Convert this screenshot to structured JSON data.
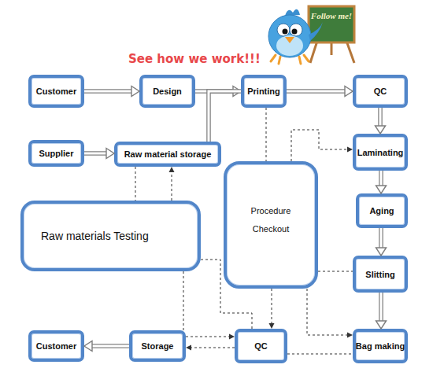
{
  "diagram": {
    "title": "See how we work!!!",
    "nodes": [
      {
        "text": [
          "Customer"
        ]
      },
      {
        "text": [
          "Design"
        ]
      },
      {
        "text": [
          "Printing"
        ]
      },
      {
        "text": [
          "QC"
        ]
      },
      {
        "text": [
          "Supplier"
        ]
      },
      {
        "text": [
          "Raw material storage"
        ]
      },
      {
        "text": [
          "Laminating"
        ]
      },
      {
        "text": [
          "Procedure Checkout"
        ]
      },
      {
        "text": [
          "Aging"
        ]
      },
      {
        "text": [
          "Raw materials Testing"
        ]
      },
      {
        "text": [
          "Slitting"
        ]
      },
      {
        "text": [
          "Customer"
        ]
      },
      {
        "text": [
          "Storage"
        ]
      },
      {
        "text": [
          "QC"
        ]
      },
      {
        "text": [
          "Bag making"
        ]
      }
    ],
    "edges": [
      {
        "from": 0,
        "to": 1,
        "arrow": "to"
      },
      {
        "from": 1,
        "to": 2,
        "arrow": "to"
      },
      {
        "from": 2,
        "to": 3,
        "arrow": "to"
      },
      {
        "from": 3,
        "to": 6,
        "arrow": "to"
      },
      {
        "from": 4,
        "to": 5,
        "arrow": "to"
      },
      {
        "from": 5,
        "to": 2,
        "arrow": "none"
      },
      {
        "from": 6,
        "to": 8,
        "arrow": "to"
      },
      {
        "from": 8,
        "to": 10,
        "arrow": "to"
      },
      {
        "from": 10,
        "to": 14,
        "arrow": "to"
      },
      {
        "from": 12,
        "to": 11,
        "arrow": "to"
      },
      {
        "from": 9,
        "to": 5,
        "arrow": "to"
      },
      {
        "from": 5,
        "to": 9,
        "arrow": "none"
      },
      {
        "from": 2,
        "to": 7,
        "arrow": "none"
      },
      {
        "from": 7,
        "to": 6,
        "arrow": "to"
      },
      {
        "from": 7,
        "to": 13,
        "arrow": "to"
      },
      {
        "from": 7,
        "to": 10,
        "arrow": "none"
      },
      {
        "from": 7,
        "to": 14,
        "arrow": "to"
      },
      {
        "from": 13,
        "to": 14,
        "arrow": "none"
      },
      {
        "from": 12,
        "to": 13,
        "arrow": "to"
      },
      {
        "from": 13,
        "to": 12,
        "arrow": "to"
      },
      {
        "from": 9,
        "to": 13,
        "arrow": "none"
      },
      {
        "from": 9,
        "to": 12,
        "arrow": "none"
      }
    ],
    "labels": [
      "Follow me!"
    ]
  }
}
